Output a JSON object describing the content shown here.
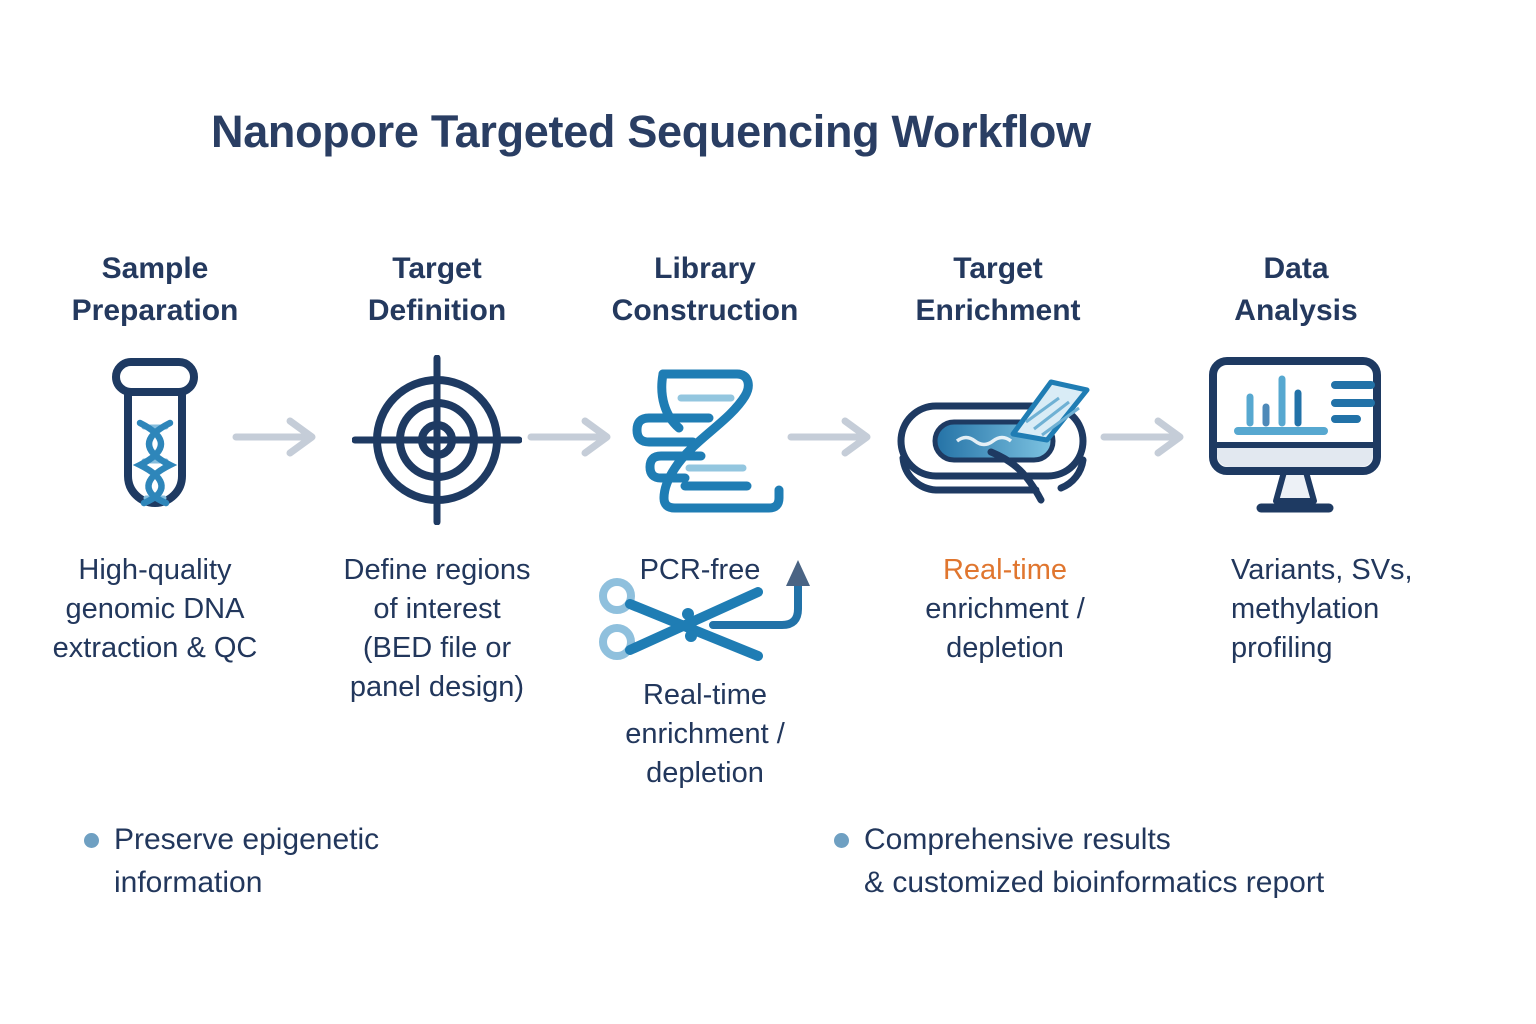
{
  "title": "Nanopore Targeted Sequencing Workflow",
  "steps": [
    {
      "label": "Sample\nPreparation",
      "icon": "test-tube-dna-icon",
      "desc": "High-quality\ngenomic DNA\nextraction & QC"
    },
    {
      "label": "Target\nDefinition",
      "icon": "target-crosshair-icon",
      "desc": "Define regions\nof interest\n(BED file or\npanel design)"
    },
    {
      "label": "Library\nConstruction",
      "icon": "dna-fragment-icon",
      "pcr_label": "PCR-free",
      "cut_icon": "scissors-cut-arrow-icon",
      "desc": "Real-time\nenrichment /\ndepletion"
    },
    {
      "label": "Target\nEnrichment",
      "icon": "flow-cell-icon",
      "desc_highlight": "Real-time",
      "desc_rest": "\nenrichment /\ndepletion"
    },
    {
      "label": "Data\nAnalysis",
      "icon": "monitor-bar-chart-icon",
      "desc": "Variants, SVs,\nmethylation\nprofiling"
    }
  ],
  "connector_icon": "right-arrow-icon",
  "bullets": [
    {
      "text": "Preserve epigenetic\ninformation"
    },
    {
      "text": "Comprehensive results\n& customized bioinformatics report"
    }
  ],
  "colors": {
    "navy_text": "#24395E",
    "icon_navy": "#1E3A62",
    "blue": "#1F7DB4",
    "light_blue": "#85BDDD",
    "orange": "#E0762F",
    "arrow_gray": "#C5CDD8",
    "bullet_dot": "#6FA0C2",
    "background": "#FFFFFF"
  }
}
